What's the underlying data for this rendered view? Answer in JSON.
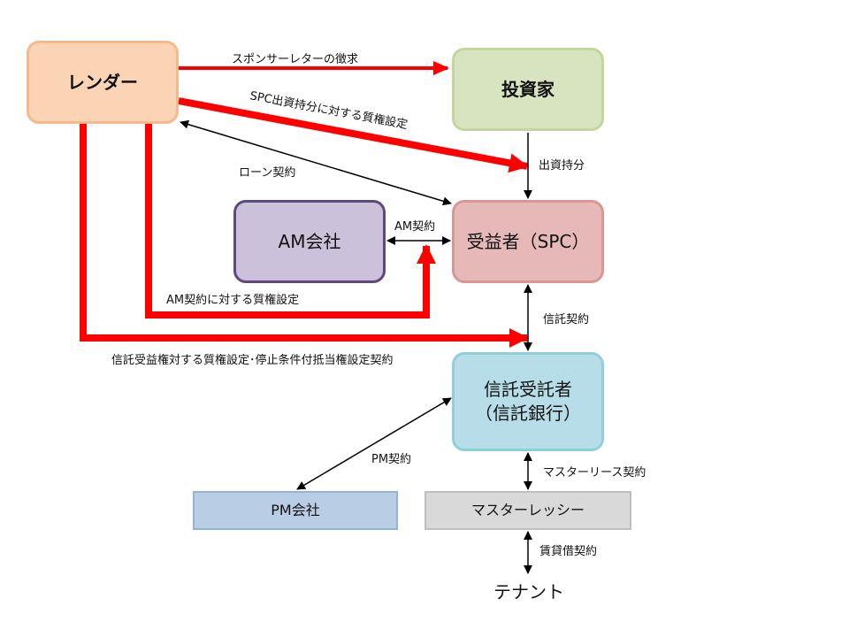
{
  "nodes": {
    "lender": "レンダー",
    "investor": "投資家",
    "am_company": "AM会社",
    "spc": "受益者（SPC）",
    "trustee_line1": "信託受託者",
    "trustee_line2": "（信託銀行）",
    "pm_company": "PM会社",
    "master_lessee": "マスターレッシー",
    "tenant": "テナント"
  },
  "edges": {
    "sponsor_letter": "スポンサーレターの徴求",
    "spc_pledge": "SPC出資持分に対する質権設定",
    "loan_contract": "ローン契約",
    "equity_share": "出資持分",
    "am_contract": "AM契約",
    "am_pledge": "AM契約に対する質権設定",
    "trust_contract": "信託契約",
    "trust_pledge": "信託受益権対する質権設定･停止条件付抵当権設定契約",
    "pm_contract": "PM契約",
    "master_lease": "マスターリース契約",
    "lease_contract": "賃貸借契約"
  },
  "colors": {
    "pledge_red": "#ff0000",
    "contract_black": "#000000"
  }
}
